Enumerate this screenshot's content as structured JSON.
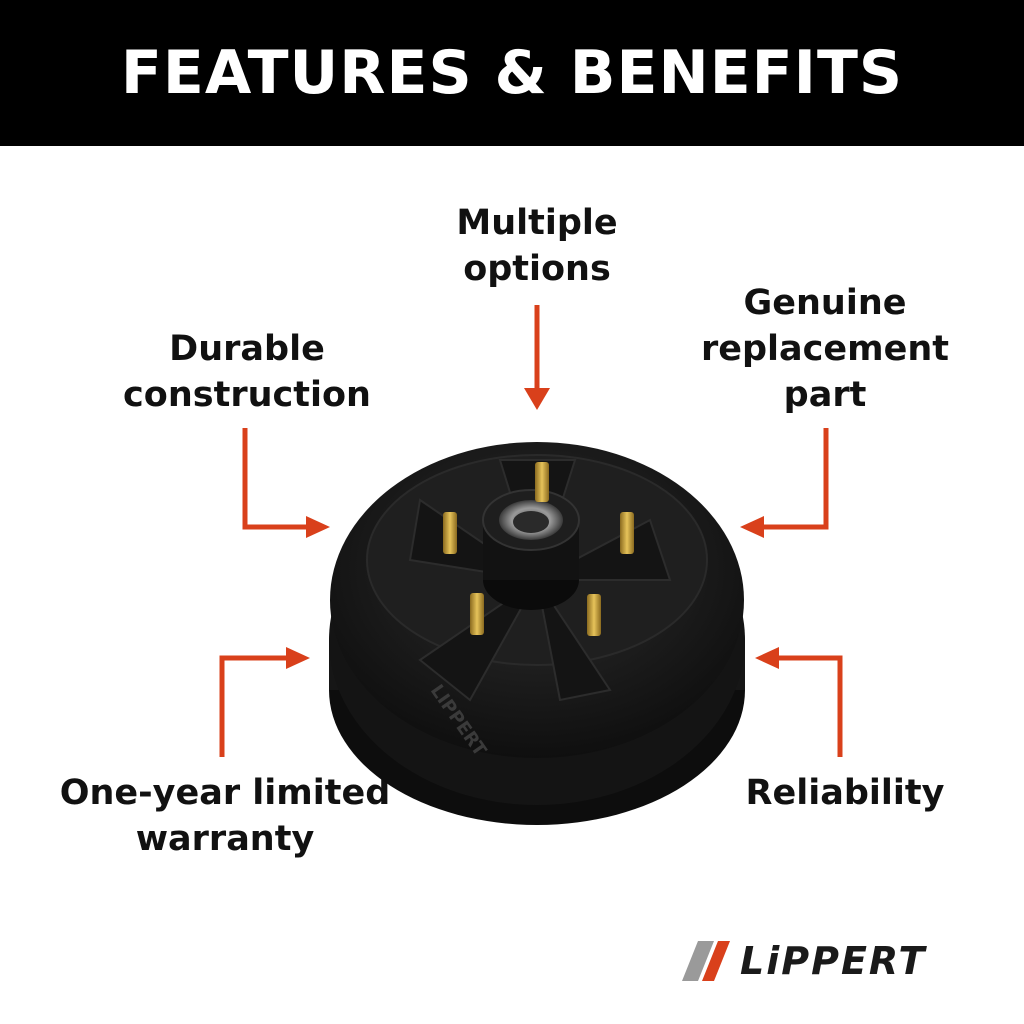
{
  "header": {
    "title": "FEATURES & BENEFITS"
  },
  "callouts": {
    "multiple_options": [
      "Multiple",
      "options"
    ],
    "durable_construction": [
      "Durable",
      "construction"
    ],
    "genuine_part": [
      "Genuine",
      "replacement",
      "part"
    ],
    "warranty": [
      "One-year limited",
      "warranty"
    ],
    "reliability": [
      "Reliability"
    ]
  },
  "product_markings": {
    "drum_text": "LIPPERT"
  },
  "brand": {
    "logo_text": "LiPPERT"
  },
  "colors": {
    "header_bg": "#000000",
    "header_text": "#ffffff",
    "arrow": "#d9401b",
    "drum": "#1c1c1c",
    "stud": "#c9a13b",
    "logo_accent": "#d9401b"
  },
  "icons": {
    "arrows": "arrow-icon",
    "logo_mark": "lippert-logo-icon"
  }
}
